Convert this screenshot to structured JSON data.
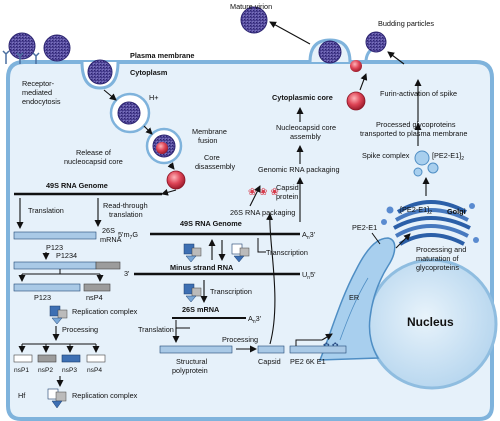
{
  "labels": {
    "mature_virion": "Mature virion",
    "budding_particles": "Budding particles",
    "plasma_membrane": "Plasma membrane",
    "cytoplasm": "Cytoplasm",
    "receptor_endocytosis_1": "Receptor-",
    "receptor_endocytosis_2": "mediated",
    "receptor_endocytosis_3": "endocytosis",
    "h_plus": "H+",
    "membrane_fusion_1": "Membrane",
    "membrane_fusion_2": "fusion",
    "release_core_1": "Release of",
    "release_core_2": "nucleocapsid core",
    "core_disassembly_1": "Core",
    "core_disassembly_2": "disassembly",
    "cytoplasmic_core": "Cytoplasmic core",
    "furin_activation": "Furin-activation of spike",
    "processed_gp_1": "Processed glycoproteins",
    "processed_gp_2": "transported to plasma membrane",
    "nucleocapsid_assembly_1": "Nucleocapsid core",
    "nucleocapsid_assembly_2": "assembly",
    "spike_complex": "Spike complex",
    "pe2e1_2": "[PE2-E1]",
    "pe2e1_2_sub": "2",
    "genomic_packaging": "Genomic RNA packaging",
    "capsid_protein_1": "Capsid",
    "capsid_protein_2": "protein",
    "rna_26s_packaging": "26S RNA packaging",
    "golgi": "Golgi",
    "pe2_e1": "PE2-E1",
    "processing_maturation_1": "Processing and",
    "processing_maturation_2": "maturation of",
    "processing_maturation_3": "glycoproteins",
    "er": "ER",
    "nucleus": "Nucleus",
    "genome_49s_1": "49S RNA Genome",
    "translation_1": "Translation",
    "readthrough_1": "Read-through",
    "readthrough_2": "translation",
    "p123_1": "P123",
    "s26_mrna_1": "26S",
    "s26_mrna_2": "mRNA",
    "cap": "5'm",
    "cap_7": "7",
    "cap_g": "G",
    "genome_49s_2": "49S RNA Genome",
    "an3": "A",
    "an3_n": "n",
    "an3_3": "3'",
    "p1234": "P1234",
    "transcription_1": "Transcription",
    "p123_2": "P123",
    "nsp4_1": "nsP4",
    "three_prime": "3'",
    "minus_strand": "Minus strand RNA",
    "un5": "U",
    "un5_n": "n",
    "un5_5": "5'",
    "replication_complex_1": "Replication complex",
    "transcription_2": "Transcription",
    "processing_1": "Processing",
    "s26_mrna_3": "26S mRNA",
    "translation_2": "Translation",
    "an3_b": "A",
    "an3_b_n": "n",
    "an3_b_3": "3'",
    "processing_2": "Processing",
    "nsp1": "nsP1",
    "nsp2": "nsP2",
    "nsp3": "nsP3",
    "nsp4_2": "nsP4",
    "structural_1": "Structural",
    "structural_2": "polyprotein",
    "capsid": "Capsid",
    "pe2_6k_e1": "PE2  6K  E1",
    "hf": "Hf",
    "replication_complex_2": "Replication complex"
  },
  "colors": {
    "cell_fill": "#e6f1fa",
    "cell_stroke": "#7fb3dc",
    "nucleus_fill": "#c7e0f2",
    "virion": "#5a4fa0",
    "core": "#d63a4a",
    "bar_light": "#a9c9e6",
    "bar_dark": "#3d6fb3"
  }
}
